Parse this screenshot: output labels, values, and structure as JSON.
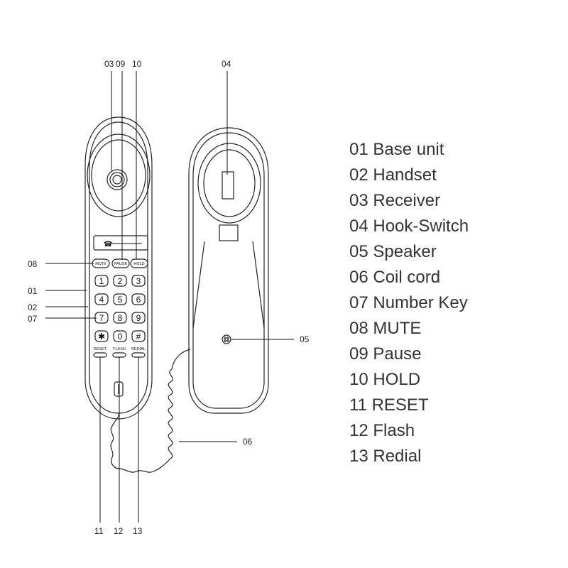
{
  "callouts": {
    "c01": "01",
    "c02": "02",
    "c03": "03",
    "c04": "04",
    "c05": "05",
    "c06": "06",
    "c07": "07",
    "c08": "08",
    "c09": "09",
    "c10": "10",
    "c11": "11",
    "c12": "12",
    "c13": "13"
  },
  "keys": {
    "mute": "MUTE",
    "pause": "PAUSE",
    "hold": "HOLD",
    "reset": "RESET",
    "flash": "FLASH",
    "redial": "REDIAL",
    "k1": "1",
    "k2": "2",
    "k3": "3",
    "k4": "4",
    "k5": "5",
    "k6": "6",
    "k7": "7",
    "k8": "8",
    "k9": "9",
    "kstar": "✱",
    "k0": "0",
    "khash": "#"
  },
  "legend": [
    "01 Base unit",
    "02 Handset",
    "03 Receiver",
    "04 Hook-Switch",
    "05 Speaker",
    "06 Coil cord",
    "07 Number Key",
    "08 MUTE",
    "09 Pause",
    "10 HOLD",
    "11 RESET",
    "12 Flash",
    "13 Redial"
  ]
}
